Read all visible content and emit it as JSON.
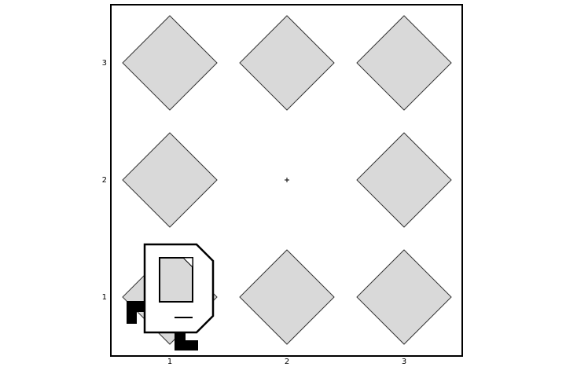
{
  "board": {
    "columns": [
      "1",
      "2",
      "3"
    ],
    "rows": [
      "3",
      "2",
      "1"
    ],
    "colors": {
      "frame": "#000000",
      "tile_fill": "#d9d9d9",
      "tile_stroke": "#333333",
      "piece_body": "#ffffff",
      "piece_outline": "#000000",
      "piece_screen": "#d9d9d9"
    },
    "tiles": [
      {
        "col": 1,
        "row": 3
      },
      {
        "col": 2,
        "row": 3
      },
      {
        "col": 3,
        "row": 3
      },
      {
        "col": 1,
        "row": 2
      },
      {
        "col": 3,
        "row": 2
      },
      {
        "col": 1,
        "row": 1
      },
      {
        "col": 2,
        "row": 1
      },
      {
        "col": 3,
        "row": 1
      }
    ],
    "empty_cell": {
      "col": 2,
      "row": 2,
      "marker": "crosshair-icon"
    },
    "player": {
      "col": 1,
      "row": 1,
      "icon": "computer-terminal-icon"
    }
  }
}
